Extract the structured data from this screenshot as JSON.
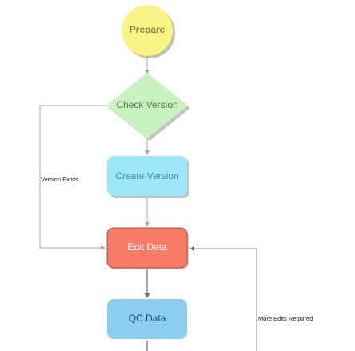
{
  "nodes": {
    "prepare": {
      "label": "Prepare",
      "shape": "circle",
      "fill": "#faf486",
      "text_color": "#8a8440"
    },
    "check_version": {
      "label": "Check Version",
      "shape": "diamond",
      "fill": "#c8f2c0",
      "text_color": "#5b7a52"
    },
    "create_version": {
      "label": "Create Version",
      "shape": "rounded-rect",
      "fill": "#9be7f8",
      "text_color": "#4f8c9a"
    },
    "edit_data": {
      "label": "Edit Data",
      "shape": "rounded-rect",
      "fill": "#f87b65",
      "text_color": "#ffffff"
    },
    "qc_data": {
      "label": "QC Data",
      "shape": "rounded-rect",
      "fill": "#8ccdf1",
      "text_color": "#1c4a6a"
    }
  },
  "edges": {
    "version_exists": {
      "label": "Version Exists",
      "from": "check_version",
      "to": "edit_data"
    },
    "more_edits_required": {
      "label": "More Edits Required",
      "from": "qc_data",
      "to": "edit_data"
    }
  },
  "colors": {
    "connector": "#a8a8a8",
    "connector_dark": "#6a6a6a",
    "shadow": "#7a7a7a"
  }
}
